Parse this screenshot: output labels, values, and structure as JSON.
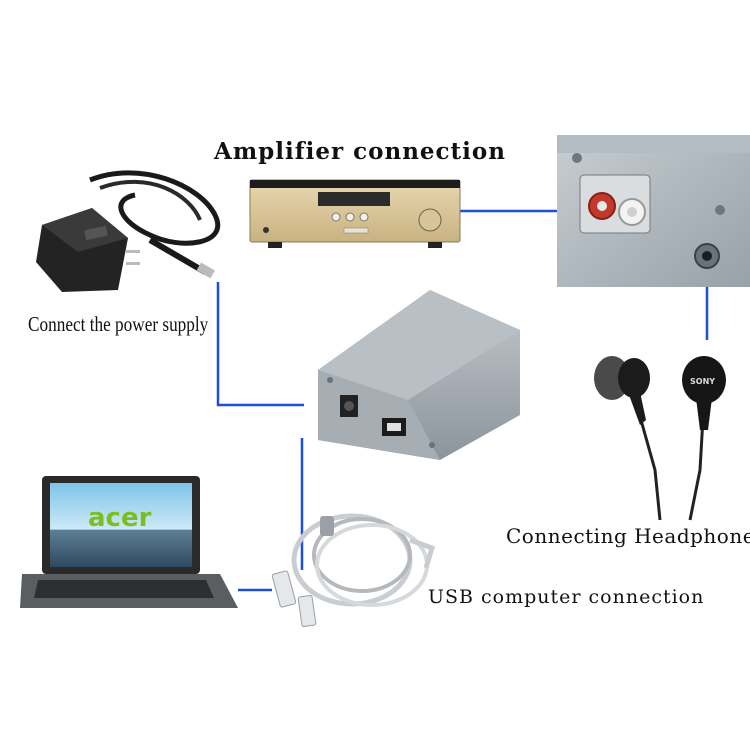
{
  "labels": {
    "amplifier": "Amplifier connection",
    "power": "Connect the power supply",
    "headphones": "Connecting Headphones",
    "usb": "USB computer connection"
  },
  "brands": {
    "laptop": "acer",
    "headphones": "SONY"
  },
  "colors": {
    "connector_line": "#1f4fd6",
    "dac_body": "#9ba4ab",
    "amplifier_body": "#d8c49a",
    "background": "#ffffff"
  }
}
